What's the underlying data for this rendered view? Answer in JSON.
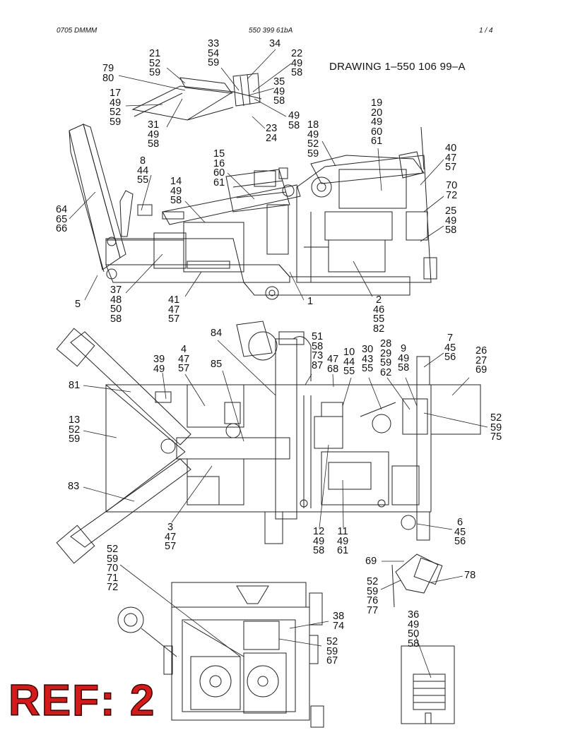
{
  "header": {
    "left": "0705 DMMM",
    "center": "550 399 61bA",
    "right": "1 /   4"
  },
  "title": "DRAWING  1–550 106 99–A",
  "ref_stamp": "REF: 2",
  "callouts": [
    {
      "id": "c01",
      "text": "33\n54\n59"
    },
    {
      "id": "c02",
      "text": "34"
    },
    {
      "id": "c03",
      "text": "21\n52\n59"
    },
    {
      "id": "c04",
      "text": "22\n49\n58"
    },
    {
      "id": "c05",
      "text": "79\n80"
    },
    {
      "id": "c06",
      "text": "35\n49\n58"
    },
    {
      "id": "c07",
      "text": "17\n49\n52\n59"
    },
    {
      "id": "c08",
      "text": "49\n58"
    },
    {
      "id": "c09",
      "text": "23\n24"
    },
    {
      "id": "c10",
      "text": "31\n49\n58"
    },
    {
      "id": "c11",
      "text": "18\n49\n52\n59"
    },
    {
      "id": "c12",
      "text": "19\n20\n49\n60\n61"
    },
    {
      "id": "c13",
      "text": "40\n47\n57"
    },
    {
      "id": "c14",
      "text": "15\n16\n60\n61"
    },
    {
      "id": "c15",
      "text": "8\n44\n55"
    },
    {
      "id": "c16",
      "text": "14\n49\n58"
    },
    {
      "id": "c17",
      "text": "70\n72"
    },
    {
      "id": "c18",
      "text": "64\n65\n66"
    },
    {
      "id": "c19",
      "text": "25\n49\n58"
    },
    {
      "id": "c20",
      "text": "37\n48\n50\n58"
    },
    {
      "id": "c21",
      "text": "5"
    },
    {
      "id": "c22",
      "text": "41\n47\n57"
    },
    {
      "id": "c23",
      "text": "1"
    },
    {
      "id": "c24",
      "text": "2\n46\n55\n82"
    },
    {
      "id": "c25",
      "text": "84"
    },
    {
      "id": "c26",
      "text": "51\n58\n73\n87"
    },
    {
      "id": "c27",
      "text": "7\n45\n56"
    },
    {
      "id": "c28",
      "text": "4\n47\n57"
    },
    {
      "id": "c29",
      "text": "39\n49"
    },
    {
      "id": "c30",
      "text": "85"
    },
    {
      "id": "c31",
      "text": "47\n68"
    },
    {
      "id": "c32",
      "text": "10\n44\n55"
    },
    {
      "id": "c33",
      "text": "30\n43\n55"
    },
    {
      "id": "c34",
      "text": "28\n29\n59\n62"
    },
    {
      "id": "c35",
      "text": "9\n49\n58"
    },
    {
      "id": "c36",
      "text": "26\n27\n69"
    },
    {
      "id": "c37",
      "text": "81"
    },
    {
      "id": "c38",
      "text": "13\n52\n59"
    },
    {
      "id": "c39",
      "text": "52\n59\n75"
    },
    {
      "id": "c40",
      "text": "83"
    },
    {
      "id": "c41",
      "text": "3\n47\n57"
    },
    {
      "id": "c42",
      "text": "12\n49\n58"
    },
    {
      "id": "c43",
      "text": "11\n49\n61"
    },
    {
      "id": "c44",
      "text": "6\n45\n56"
    },
    {
      "id": "c45",
      "text": "52\n59\n70\n71\n72"
    },
    {
      "id": "c46",
      "text": "69"
    },
    {
      "id": "c47",
      "text": "78"
    },
    {
      "id": "c48",
      "text": "52\n59\n76\n77"
    },
    {
      "id": "c49",
      "text": "38\n74"
    },
    {
      "id": "c50",
      "text": "36\n49\n50\n58"
    },
    {
      "id": "c51",
      "text": "52\n59\n67"
    }
  ]
}
